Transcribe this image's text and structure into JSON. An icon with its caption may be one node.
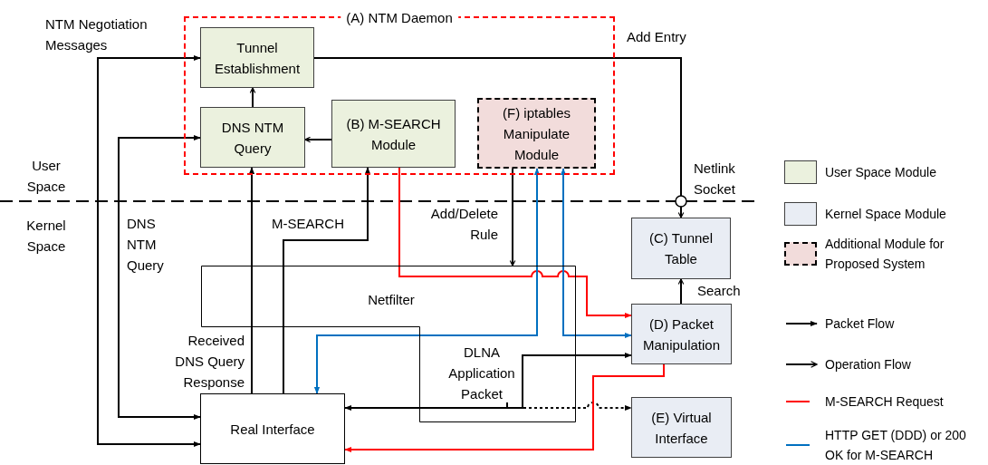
{
  "diagram": {
    "nodes": [
      {
        "text": [
          "(A) NTM Daemon"
        ]
      },
      {
        "text": [
          "Tunnel Establishment"
        ],
        "in": 0
      },
      {
        "text": [
          "DNS NTM Query"
        ],
        "in": 0
      },
      {
        "text": [
          "(B) M-SEARCH Module"
        ],
        "in": 0
      },
      {
        "text": [
          "(F) iptables Manipulate Module"
        ],
        "in": 0
      },
      {
        "text": [
          "(C) Tunnel Table"
        ]
      },
      {
        "text": [
          "Netfilter"
        ]
      },
      {
        "text": [
          "DLNA Application Packet"
        ],
        "in": 6
      },
      {
        "text": [
          "(D) Packet Manipulation"
        ]
      },
      {
        "text": [
          "Real Interface"
        ]
      },
      {
        "text": [
          "(E) Virtual Interface"
        ]
      }
    ],
    "edges": [
      {
        "from": 1,
        "to": 9,
        "arrow": "both",
        "label": "NTM Negotiation Messages"
      },
      {
        "from": 2,
        "to": 9,
        "arrow": "both",
        "label": "DNS NTM Query"
      },
      {
        "from": 2,
        "to": 1,
        "arrow": "to"
      },
      {
        "from": 3,
        "to": 2,
        "arrow": "to"
      },
      {
        "from": 9,
        "to": 2,
        "arrow": "to",
        "label": "Received DNS Query Response"
      },
      {
        "from": 9,
        "to": 3,
        "arrow": "to",
        "label": "M-SEARCH"
      },
      {
        "from": 1,
        "to": 5,
        "arrow": "to",
        "label": "Add Entry"
      },
      {
        "from": 4,
        "to": 6,
        "arrow": "to",
        "label": "Add/Delete Rule"
      },
      {
        "from": 3,
        "to": 8,
        "arrow": "to",
        "color": "#ff0000"
      },
      {
        "from": 4,
        "to": 9,
        "arrow": "both",
        "color": "#0070c0"
      },
      {
        "from": 4,
        "to": 8,
        "arrow": "both",
        "color": "#0070c0"
      },
      {
        "from": 8,
        "to": 5,
        "arrow": "to",
        "label": "Search"
      },
      {
        "from": 7,
        "to": 9,
        "arrow": "to"
      },
      {
        "from": 7,
        "to": 8,
        "arrow": "to"
      },
      {
        "from": 7,
        "to": 10,
        "arrow": "to",
        "style": "dashed"
      },
      {
        "from": 8,
        "to": 9,
        "arrow": "to",
        "color": "#ff0000"
      }
    ],
    "labels": [
      "User Space",
      "Kernel Space",
      "Netlink Socket"
    ],
    "legend": [
      {
        "text": "User Space Module",
        "color": "#ebf1de"
      },
      {
        "text": "Kernel Space Module",
        "color": "#e9edf4"
      },
      {
        "text": "Additional Module for Proposed System",
        "color": "#f2dcdb"
      },
      {
        "text": "Packet Flow"
      },
      {
        "text": "Operation Flow"
      },
      {
        "text": "M-SEARCH Request"
      },
      {
        "text": "HTTP GET (DDD) or 200 OK for M-SEARCH"
      }
    ]
  }
}
